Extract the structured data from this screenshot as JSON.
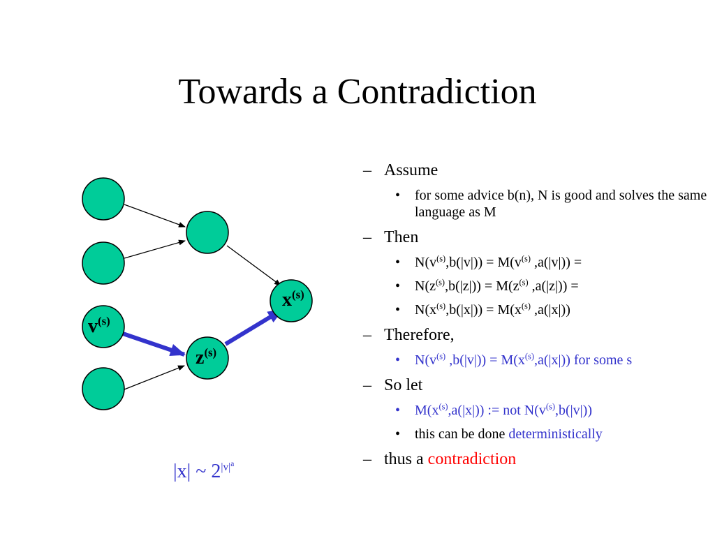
{
  "title": "Towards a Contradiction",
  "diagram": {
    "node_x": {
      "base": "x",
      "sup": "(s)"
    },
    "node_v": {
      "base": "v",
      "sup": "(s)"
    },
    "node_z": {
      "base": "z",
      "sup": "(s)"
    },
    "highlight_color": "#3333cc",
    "node_fill": "#00cc99"
  },
  "formula": {
    "lhs": "|x| ~ 2",
    "exp_base": "|v|",
    "exp_sup": "a"
  },
  "bullets": {
    "assume": {
      "mark": "–",
      "text": "Assume"
    },
    "assume_1": {
      "mark": "•",
      "text": "for some advice b(n), N is good and solves the same language as M"
    },
    "then": {
      "mark": "–",
      "text": "Then"
    },
    "then_1": {
      "mark": "•",
      "p1": "N(v",
      "sup1": "(s)",
      "p2": ",b(|v|)) = M(v",
      "sup2": "(s)",
      "p3": " ,a(|v|)) ="
    },
    "then_2": {
      "mark": "•",
      "p1": "N(z",
      "sup1": "(s)",
      "p2": ",b(|z|)) = M(z",
      "sup2": "(s)",
      "p3": " ,a(|z|)) ="
    },
    "then_3": {
      "mark": "•",
      "p1": "N(x",
      "sup1": "(s)",
      "p2": ",b(|x|)) = M(x",
      "sup2": "(s)",
      "p3": " ,a(|x|))"
    },
    "therefore": {
      "mark": "–",
      "text": "Therefore,"
    },
    "therefore_1": {
      "mark": "•",
      "p1": "N(v",
      "sup1": "(s)",
      "p2": " ,b(|v|)) = M(x",
      "sup2": "(s)",
      "p3": ",a(|x|)) for some s"
    },
    "solet": {
      "mark": "–",
      "text": "So let"
    },
    "solet_1": {
      "mark": "•",
      "p1": "M(x",
      "sup1": "(s)",
      "p2": ",a(|x|)) := not N(v",
      "sup2": "(s)",
      "p3": ",b(|v|))"
    },
    "solet_2": {
      "mark": "•",
      "p1": "this can be done ",
      "p2": "deterministically"
    },
    "thus": {
      "mark": "–",
      "p1": "thus a ",
      "p2": "contradiction"
    }
  }
}
